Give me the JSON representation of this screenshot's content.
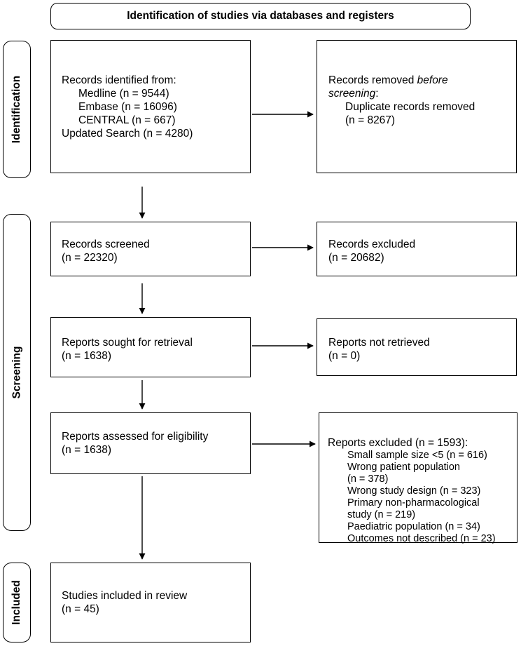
{
  "header": {
    "title": "Identification of studies via databases and registers"
  },
  "stages": {
    "identification": "Identification",
    "screening": "Screening",
    "included": "Included"
  },
  "boxes": {
    "records_identified": {
      "heading": "Records identified from:",
      "medline": "Medline (n = 9544)",
      "embase": "Embase (n = 16096)",
      "central": "CENTRAL (n = 667)",
      "updated_search": "Updated Search (n = 4280)"
    },
    "records_removed": {
      "line1": "Records removed ",
      "line1_italic": "before",
      "line2_italic": "screening",
      "line2_rest": ":",
      "duplicates": "Duplicate records removed",
      "duplicates_n": "(n = 8267)"
    },
    "records_screened": {
      "label": "Records screened",
      "n": "(n = 22320)"
    },
    "records_excluded": {
      "label": "Records excluded",
      "n": "(n = 20682)"
    },
    "reports_sought": {
      "label": "Reports sought for retrieval",
      "n": "(n = 1638)"
    },
    "reports_not_retrieved": {
      "label": "Reports not retrieved",
      "n": "(n = 0)"
    },
    "reports_assessed": {
      "label": "Reports assessed for eligibility",
      "n": "(n = 1638)"
    },
    "reports_excluded": {
      "heading": "Reports excluded (n = 1593):",
      "reasons": [
        "Small sample size <5 (n = 616)",
        "Wrong patient population",
        "(n = 378)",
        "Wrong study design (n = 323)",
        "Primary non-pharmacological",
        "study (n = 219)",
        "Paediatric population (n = 34)",
        "Outcomes not described (n = 23)"
      ]
    },
    "studies_included": {
      "label": "Studies included in review",
      "n": "(n = 45)"
    }
  }
}
